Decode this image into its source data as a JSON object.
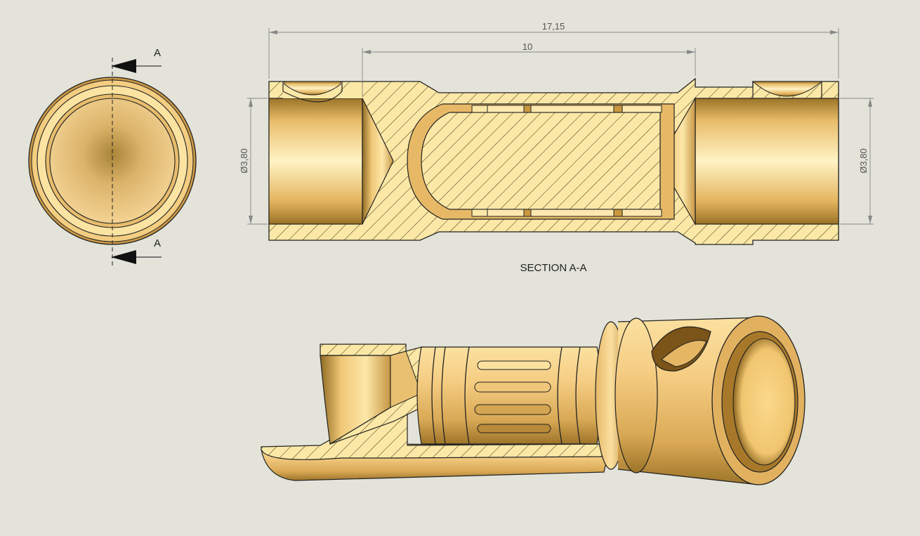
{
  "section_marker": {
    "letter_top": "A",
    "letter_bottom": "A"
  },
  "dimensions": {
    "overall_length": "17,15",
    "inner_length": "10",
    "left_bore_diameter": "Ø3,80",
    "right_bore_diameter": "Ø3,80"
  },
  "section_caption": "SECTION A-A",
  "colors": {
    "background": "#e3e3da",
    "metal_light": "#fde7a8",
    "metal_mid": "#f2c978",
    "metal_dark": "#8a6520",
    "hatch": "#3a2e10"
  }
}
